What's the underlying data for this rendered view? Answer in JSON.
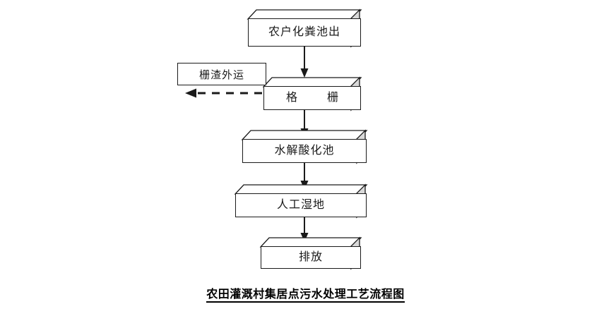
{
  "diagram": {
    "title": "农田灌溉村集居点污水处理工艺流程图",
    "nodes": [
      {
        "id": "septic",
        "label": "农户化粪池出",
        "shape": "3d-slab"
      },
      {
        "id": "grate",
        "label": "格　栅",
        "shape": "3d-slab"
      },
      {
        "id": "hydro",
        "label": "水解酸化池",
        "shape": "3d-slab"
      },
      {
        "id": "wetland",
        "label": "人工湿地",
        "shape": "3d-slab"
      },
      {
        "id": "discharge",
        "label": "排放",
        "shape": "3d-slab"
      },
      {
        "id": "residue",
        "label": "栅渣外运",
        "shape": "rectangle"
      }
    ],
    "edges": [
      {
        "from": "septic",
        "to": "grate",
        "style": "solid",
        "direction": "down"
      },
      {
        "from": "grate",
        "to": "hydro",
        "style": "solid",
        "direction": "down"
      },
      {
        "from": "hydro",
        "to": "wetland",
        "style": "solid",
        "direction": "down"
      },
      {
        "from": "wetland",
        "to": "discharge",
        "style": "solid",
        "direction": "down"
      },
      {
        "from": "grate",
        "to": "residue",
        "style": "dashed",
        "direction": "left"
      }
    ],
    "colors": {
      "stroke": "#1a1a1a",
      "face": "#ffffff",
      "side_shade": "#d9d9d9",
      "top_shade": "#ffffff",
      "caption": "#000000"
    }
  }
}
